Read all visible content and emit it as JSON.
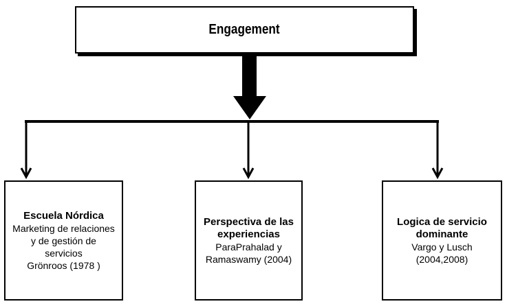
{
  "root": {
    "label": "Engagement"
  },
  "children": [
    {
      "title": [
        "Escuela Nórdica"
      ],
      "body": [
        "Marketing de relaciones",
        "y  de gestión de",
        "servicios",
        "Grönroos  (1978 )"
      ]
    },
    {
      "title": [
        "Perspectiva de las",
        "experiencias"
      ],
      "body": [
        "ParaPrahalad  y",
        "Ramaswamy (2004)"
      ]
    },
    {
      "title": [
        "Logica de servicio",
        "dominante"
      ],
      "body": [
        "Vargo y Lusch",
        "(2004,2008)"
      ]
    }
  ],
  "colors": {
    "stroke": "#000000",
    "fill": "#ffffff"
  }
}
